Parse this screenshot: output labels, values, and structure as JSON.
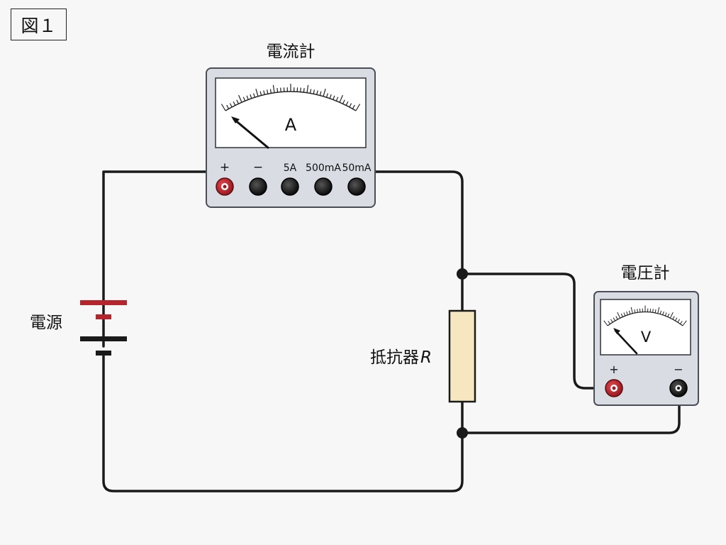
{
  "figure_label": "図１",
  "power_source": {
    "label": "電源"
  },
  "ammeter": {
    "title": "電流計",
    "symbol": "A",
    "terminals": [
      "+",
      "−",
      "5A",
      "500mA",
      "50mA"
    ]
  },
  "voltmeter": {
    "title": "電圧計",
    "symbol": "V",
    "terminals": [
      "+",
      "−"
    ]
  },
  "resistor": {
    "label": "抵抗器",
    "symbol": "R"
  },
  "colors": {
    "wire": "#1a1a1a",
    "meter_body": "#d9dde3",
    "positive_terminal": "#c0272d",
    "negative_terminal": "#1a1a1a",
    "resistor_fill": "#f6e7c1",
    "battery_positive": "#b5252b"
  }
}
